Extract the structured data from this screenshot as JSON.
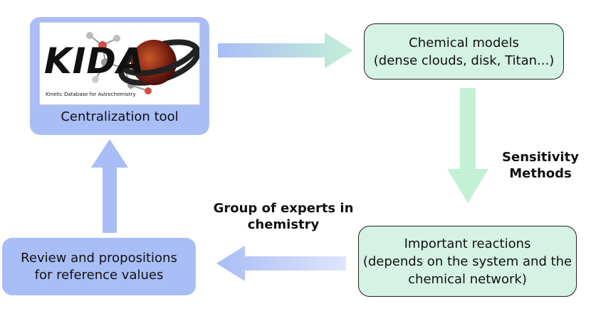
{
  "logo": {
    "wordmark": "KIDA",
    "tagline": "Kinetic Database for Astrochemistry"
  },
  "nodes": {
    "centralization": {
      "label": "Centralization tool"
    },
    "chemical_models": {
      "line1": "Chemical models",
      "line2": "(dense clouds, disk, Titan...)"
    },
    "important_reactions": {
      "line1": "Important reactions",
      "line2": "(depends on the system and the",
      "line3": "chemical network)"
    },
    "review": {
      "line1": "Review and propositions",
      "line2": "for reference values"
    }
  },
  "edge_labels": {
    "sensitivity": {
      "line1": "Sensitivity",
      "line2": "Methods"
    },
    "experts": {
      "line1": "Group of experts in",
      "line2": "chemistry"
    }
  },
  "colors": {
    "blue_box": "#a9bdf6",
    "green_box": "#d5f2e5",
    "arrow_blue": "#a9bdf6",
    "arrow_green": "#c4f0d6"
  }
}
